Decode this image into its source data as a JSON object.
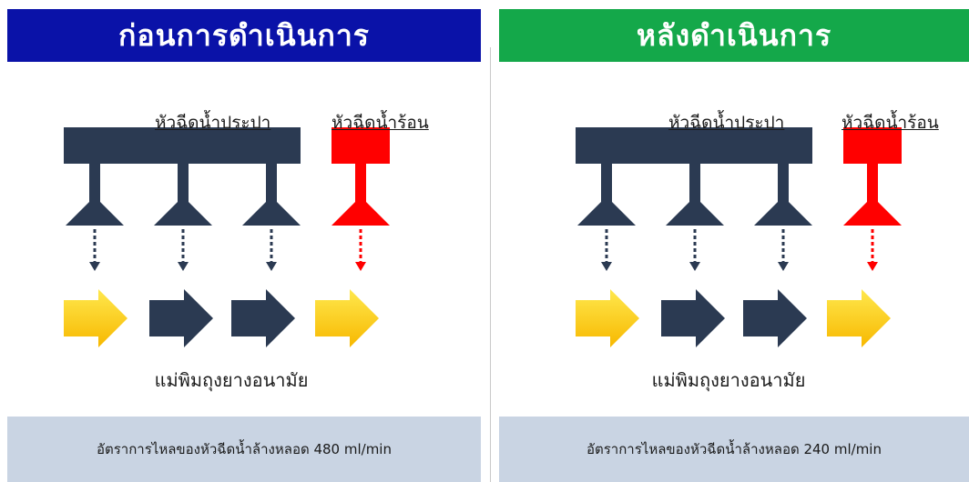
{
  "colors": {
    "before_header": "#0a12a8",
    "after_header": "#14a84a",
    "cold_nozzle": "#2b3a52",
    "hot_nozzle": "#ff0000",
    "yellow_arrow": "#ffd21a",
    "dark_arrow": "#2b3a52",
    "footer_bg": "#c9d4e3"
  },
  "panels": [
    {
      "title": "ก่อนการดำเนินการ",
      "cold_label": "หัวฉีดน้ำประปา",
      "hot_label": "หัวฉีดน้ำร้อน",
      "mould_label": "แม่พิมถุงยางอนามัย",
      "flow_text": "อัตราการไหลของหัวฉีดน้ำล้างหลอด 480 ml/min"
    },
    {
      "title": "หลังดำเนินการ",
      "cold_label": "หัวฉีดน้ำประปา",
      "hot_label": "หัวฉีดน้ำร้อน",
      "mould_label": "แม่พิมถุงยางอนามัย",
      "flow_text": "อัตราการไหลของหัวฉีดน้ำล้างหลอด 240 ml/min"
    }
  ]
}
